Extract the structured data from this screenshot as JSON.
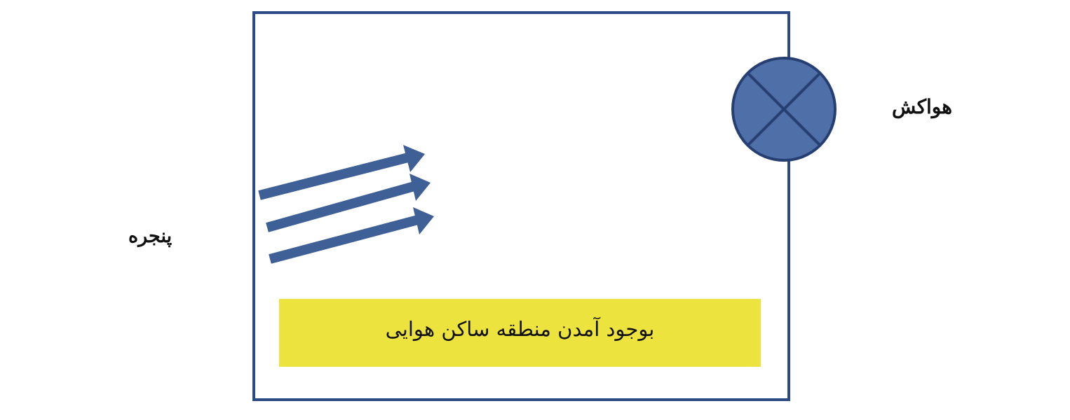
{
  "labels": {
    "fan": "هواکش",
    "window": "پنجره",
    "stagnant_zone": "بوجود آمدن منطقه ساکن هوایی"
  },
  "colors": {
    "room_border": "#2c4a86",
    "fan_fill": "#4f6fa8",
    "fan_stroke": "#263f73",
    "airflow_arrows": "#3f5f97",
    "stagnant_zone": "#ece33e"
  },
  "icons": {
    "fan": "exhaust-fan-icon",
    "airflow": "airflow-arrow-icon"
  }
}
